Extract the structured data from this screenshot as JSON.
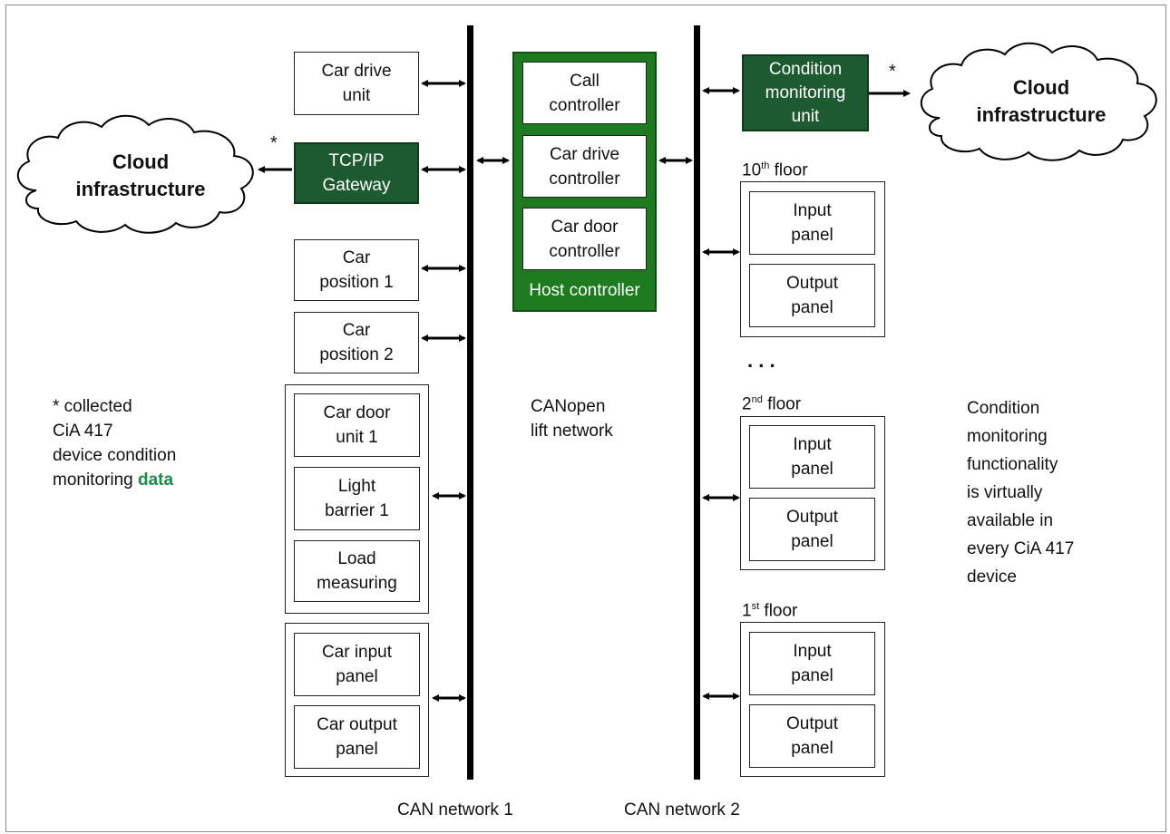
{
  "left_column": {
    "car_drive_unit": "Car drive\nunit",
    "tcp_gateway": "TCP/IP\nGateway",
    "car_position_1": "Car\nposition 1",
    "car_position_2": "Car\nposition 2",
    "car_door_unit_1": "Car door\nunit 1",
    "light_barrier_1": "Light\nbarrier 1",
    "load_measuring": "Load\nmeasuring",
    "car_input_panel": "Car input\npanel",
    "car_output_panel": "Car output\npanel"
  },
  "host": {
    "call_controller": "Call\ncontroller",
    "car_drive_controller": "Car drive\ncontroller",
    "car_door_controller": "Car door\ncontroller",
    "label": "Host controller"
  },
  "right_column": {
    "condition_monitoring_unit": "Condition\nmonitoring\nunit",
    "floor_10": {
      "num": "10",
      "sup": "th",
      "word": " floor"
    },
    "floor_2": {
      "num": "2",
      "sup": "nd",
      "word": " floor"
    },
    "floor_1": {
      "num": "1",
      "sup": "st",
      "word": " floor"
    },
    "input_panel": "Input\npanel",
    "output_panel": "Output\npanel",
    "ellipsis": ". . ."
  },
  "clouds": {
    "left": "Cloud\ninfrastructure",
    "right": "Cloud\ninfrastructure"
  },
  "asterisk": "*",
  "center_label": "CANopen\nlift network",
  "footnote": {
    "text": "* collected\n  CiA 417\n  device condition\n  monitoring ",
    "highlight": "data"
  },
  "right_note": "Condition\nmonitoring\nfunctionality\nis virtually\navailable in\nevery CiA 417\ndevice",
  "bus_labels": {
    "can1": "CAN network 1",
    "can2": "CAN network 2"
  },
  "colors": {
    "green_box": "#1e5a30",
    "host_green": "#1e7a1e",
    "data_highlight": "#1e8a4a"
  }
}
